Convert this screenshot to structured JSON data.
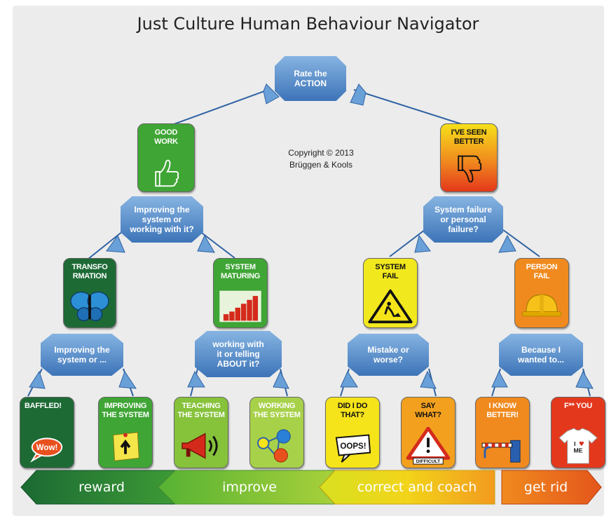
{
  "title": "Just Culture Human Behaviour Navigator",
  "copyright": [
    "Copyright © 2013",
    "Brüggen & Kools"
  ],
  "decisions": {
    "rate": [
      "Rate the",
      "ACTION"
    ],
    "improving_top": [
      "Improving the",
      "system or",
      "working with it?"
    ],
    "failure": [
      "System failure",
      "or personal",
      "failure?"
    ],
    "improving_low": [
      "Improving the",
      "system or ..."
    ],
    "telling": [
      "working with",
      "it or telling",
      "ABOUT it?"
    ],
    "mistake": [
      "Mistake or",
      "worse?"
    ],
    "wanted": [
      "Because I",
      "wanted to..."
    ]
  },
  "cards": {
    "good_work": [
      "GOOD",
      "WORK"
    ],
    "seen_better": [
      "I'VE SEEN",
      "BETTER"
    ],
    "transformation": [
      "TRANSFO",
      "RMATION"
    ],
    "system_maturing": [
      "SYSTEM",
      "MATURING"
    ],
    "system_fail": [
      "SYSTEM",
      "FAIL"
    ],
    "person_fail": [
      "PERSON",
      "FAIL"
    ],
    "baffled": [
      "BAFFLED!"
    ],
    "improving_system": [
      "IMPROVING",
      "THE SYSTEM"
    ],
    "teaching_system": [
      "TEACHING",
      "THE SYSTEM"
    ],
    "working_system": [
      "WORKING",
      "THE SYSTEM"
    ],
    "did_i_do": [
      "DID I DO",
      "THAT?"
    ],
    "say_what": [
      "SAY",
      "WHAT?"
    ],
    "know_better": [
      "I KNOW",
      "BETTER!"
    ],
    "f_you": [
      "F** YOU"
    ]
  },
  "art_text": {
    "wow": "Wow!",
    "oops": "OOPS!",
    "difficult": "DIFFICULT",
    "i": "I",
    "me": "ME",
    "heart": "♥"
  },
  "bands": {
    "reward": "reward",
    "improve": "improve",
    "correct": "correct and coach",
    "getrid": "get rid"
  },
  "colors": {
    "decision_blue_light": "#86b4e2",
    "decision_blue_dark": "#3d74b8",
    "green_dark": "#1d6a35",
    "green": "#3fa535",
    "lime": "#9bc93c",
    "yellow": "#f2e81e",
    "orange": "#f08a1e",
    "red": "#e4381c"
  }
}
